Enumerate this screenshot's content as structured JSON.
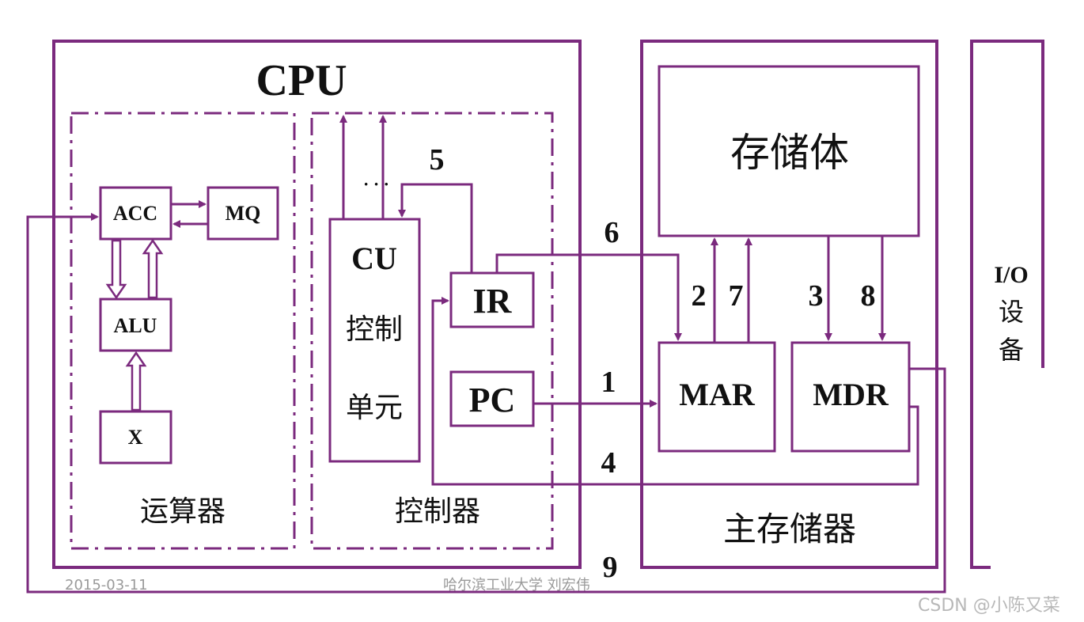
{
  "colors": {
    "line": "#7b2a7e",
    "text": "#111111",
    "footer": "#9a9a9a"
  },
  "cpu": {
    "title": "CPU",
    "alu_group": {
      "label": "运算器",
      "acc": "ACC",
      "mq": "MQ",
      "alu": "ALU",
      "x": "X"
    },
    "control_group": {
      "label": "控制器",
      "cu_title": "CU",
      "cu_line1": "控制",
      "cu_line2": "单元",
      "ir": "IR",
      "pc": "PC",
      "dots": "· · ·"
    }
  },
  "memory": {
    "label": "主存储器",
    "storage": "存储体",
    "mar": "MAR",
    "mdr": "MDR"
  },
  "io": {
    "line1": "I/O",
    "line2": "设",
    "line3": "备"
  },
  "steps": {
    "s1": "1",
    "s2": "2",
    "s3": "3",
    "s4": "4",
    "s5": "5",
    "s6": "6",
    "s7": "7",
    "s8": "8",
    "s9": "9"
  },
  "footer": {
    "date": "2015-03-11",
    "author": "哈尔滨工业大学 刘宏伟",
    "watermark": "CSDN @小陈又菜"
  }
}
